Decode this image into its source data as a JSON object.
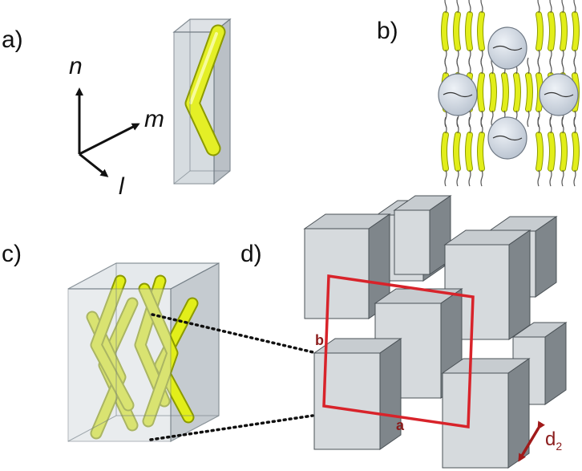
{
  "panels": {
    "a": "a)",
    "b": "b)",
    "c": "c)",
    "d": "d)"
  },
  "axes": {
    "n": "n",
    "m": "m",
    "l": "l"
  },
  "lattice": {
    "a": "a",
    "b": "b",
    "d2": "d",
    "d2_sub": "2"
  },
  "colors": {
    "rod": "#e2ee1a",
    "rod_edge": "#8c9a00",
    "box_fill": "#c5cdd3",
    "block_front": "#d6dadd",
    "block_top": "#c7ccd0",
    "block_side": "#7f868b",
    "cell": "#d8232a",
    "lattice_text": "#8b1c1c",
    "sphere": "#c9d1dc"
  }
}
